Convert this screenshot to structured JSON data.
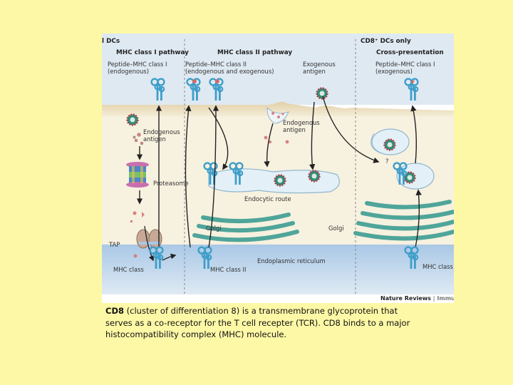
{
  "figure": {
    "header_left_fragment": "l DCs",
    "header_right": "CD8⁺ DCs only",
    "columns": {
      "mhc1_pathway": "MHC class I pathway",
      "mhc2_pathway": "MHC class II pathway",
      "cross_presentation": "Cross-presentation"
    },
    "labels": {
      "peptide_mhc1_endogenous_l1": "Peptide–MHC class I",
      "peptide_mhc1_endogenous_l2": "(endogenous)",
      "peptide_mhc2_l1": "Peptide–MHC class II",
      "peptide_mhc2_l2": "(endogenous and exogenous)",
      "exogenous_antigen_l1": "Exogenous",
      "exogenous_antigen_l2": "antigen",
      "peptide_mhc1_exogenous_l1": "Peptide–MHC class I",
      "peptide_mhc1_exogenous_l2": "(exogenous)",
      "endogenous_antigen_left_l1": "Endogenous",
      "endogenous_antigen_left_l2": "antigen",
      "endogenous_antigen_mid_l1": "Endogenous",
      "endogenous_antigen_mid_l2": "antigen",
      "question_mark": "?",
      "proteasome": "Proteasome",
      "endocytic_route": "Endocytic route",
      "golgi_left": "Golgi",
      "golgi_right": "Golgi",
      "tap": "TAP",
      "mhc_class_left": "MHC class",
      "mhc_class_ii": "MHC class II",
      "endoplasmic_reticulum": "Endoplasmic reticulum",
      "mhc_class_right": "MHC class"
    },
    "credit_bold": "Nature Reviews",
    "credit_sep": " | ",
    "credit_journal": "Immunolog"
  },
  "caption": {
    "term": "CD8",
    "text": " (cluster of differentiation 8) is a transmembrane glycoprotein that serves as a co-receptor for the T cell recepter (TCR).  CD8 binds to a major histocompatibility complex (MHC) molecule."
  },
  "colors": {
    "page_background": "#fdf8a6",
    "header_band": "#dfe9f2",
    "cytoplasm": "#f7f1df",
    "membrane": "#eeddb8",
    "er_band": "#c5dcee",
    "golgi": "#4fa59a",
    "mhc_receptor": "#3f9ec9",
    "antigen_virus": "#2f8c7b",
    "spikes": "#b84343",
    "arrow": "#222222"
  }
}
